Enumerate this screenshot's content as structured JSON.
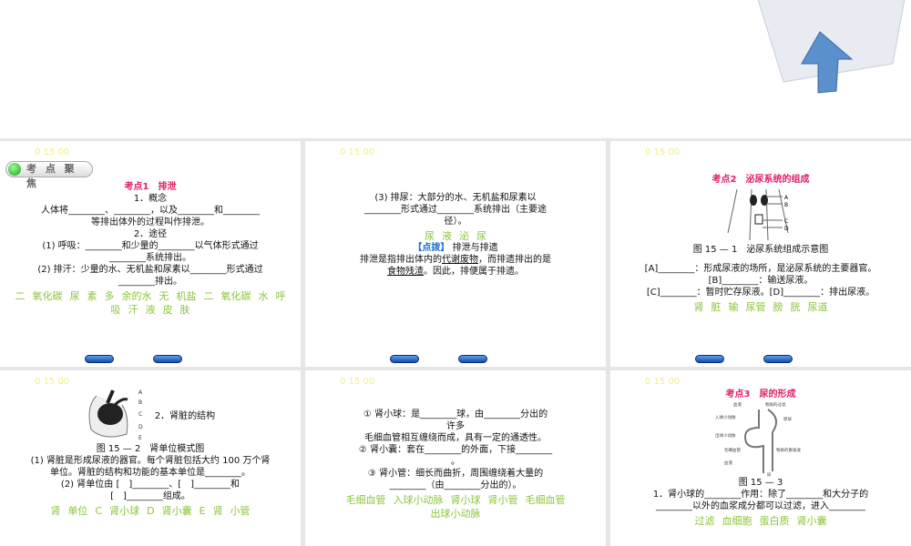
{
  "timer": "0 15 00",
  "header": {
    "logo_glyph": "考"
  },
  "slides": [
    {
      "badge": "考 点 聚 焦",
      "title": "考点1　排泄",
      "lines": [
        "1．概念",
        "人体将________、________，以及________和________",
        "等排出体外的过程叫作排泄。",
        "2．途径",
        "(1) 呼吸：________和少量的________以气体形式通过",
        "________系统排出。",
        "(2) 排汗：少量的水、无机盐和尿素以________形式通过",
        "________排出。"
      ],
      "answers": [
        "二",
        "氧化碳",
        "尿",
        "素",
        "多",
        "余的水",
        "无",
        "机盐",
        "二",
        "氧化碳",
        "水",
        "呼",
        "吸",
        "汗",
        "液",
        "皮",
        "肤"
      ]
    },
    {
      "lines": [
        "(3) 排尿：大部分的水、无机盐和尿素以",
        "________形式通过________系统排出（主要途",
        "径）。"
      ],
      "tip_label": "【点拨】",
      "tip_title": "排泄与排遗",
      "tip_lines": [
        "排泄是指排出体内的",
        "代谢废物",
        "，而排遗排出的是",
        "食物残渣",
        "。因此，排便属于排遗。"
      ],
      "answers": [
        "尿",
        "液",
        "泌",
        "尿"
      ]
    },
    {
      "title": "考点2　泌尿系统的组成",
      "figure_labels": [
        "A",
        "B",
        "C",
        "D"
      ],
      "caption": "图 15 — 1　泌尿系统组成示意图",
      "lines": [
        "[A]________：形成尿液的场所，是泌尿系统的主要器官。",
        "[B]________：输送尿液。",
        "[C]________：暂时贮存尿液。[D]________：排出尿液。"
      ],
      "answers": [
        "肾",
        "脏",
        "输",
        "尿管",
        "膀",
        "胱",
        "尿道"
      ]
    },
    {
      "figure_labels": [
        "A",
        "B",
        "C",
        "D",
        "E"
      ],
      "heading": "2．肾脏的结构",
      "caption": "图 15 — 2　肾单位模式图",
      "lines": [
        "(1) 肾脏是形成尿液的器官。每个肾脏包括大约 100 万个肾",
        "单位。肾脏的结构和功能的基本单位是________。",
        "(2) 肾单位由 [　]________、[　]________和",
        "[　]________组成。"
      ],
      "answers": [
        "肾",
        "单位",
        "C",
        "肾小球",
        "D",
        "肾小囊",
        "E",
        "肾",
        "小管"
      ]
    },
    {
      "lines": [
        "① 肾小球：是________球，由________分出的",
        "许多",
        "毛细血管相互缠绕而成，具有一定的通透性。",
        "② 肾小囊：套在________的外面，下接________",
        "。",
        "③ 肾小管：细长而曲折，周围缠绕着大量的",
        "________（由________分出的）。"
      ],
      "answers": [
        "毛细血管",
        "入球小动脉",
        "肾小球",
        "肾小管",
        "毛细血管",
        "出球小动脉"
      ]
    },
    {
      "title": "考点3　尿的形成",
      "figure_labels": [
        "血液",
        "物质的过滤",
        "入球小动脉",
        "原尿",
        "出球小动脉",
        "毛细血管",
        "物质的重吸收",
        "血液",
        "尿"
      ],
      "caption": "图 15 — 3",
      "lines": [
        "1．肾小球的________作用：除了________和大分子的",
        "________以外的血浆成分都可以过滤，进入________"
      ],
      "answers": [
        "过滤",
        "血细胞",
        "蛋白质",
        "肾小囊"
      ]
    }
  ],
  "colors": {
    "answer": "#8cc43c",
    "title": "#e0206a",
    "tip": "#1a6fd0",
    "timer": "#f2f08a"
  }
}
